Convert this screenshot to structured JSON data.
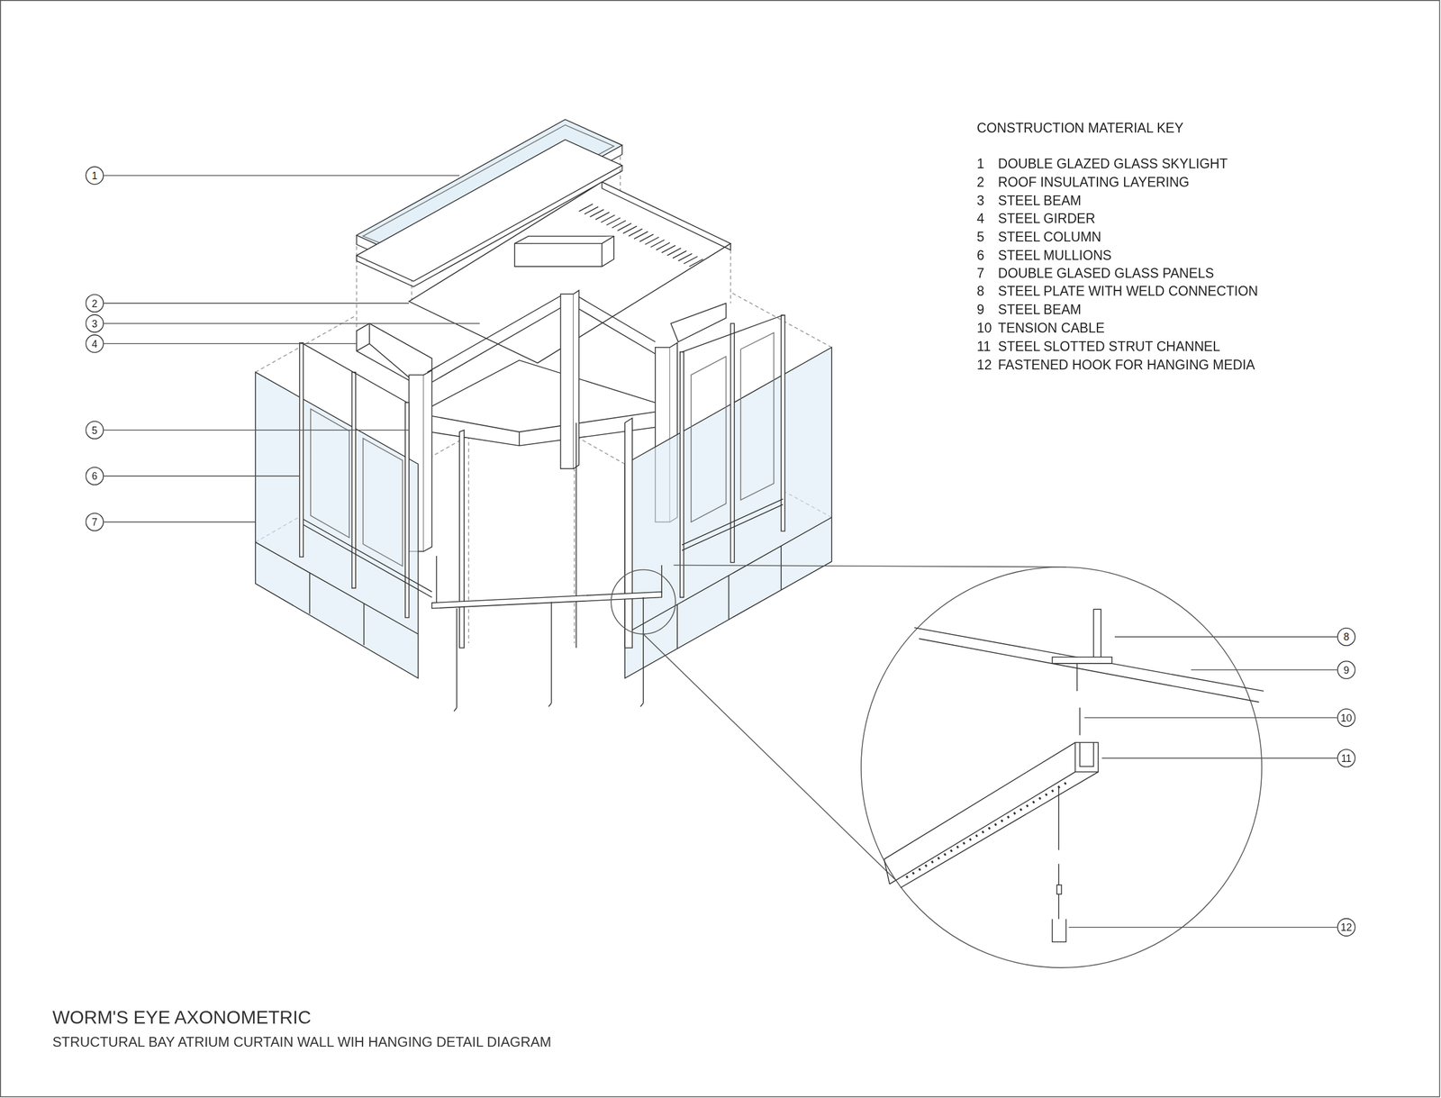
{
  "diagram": {
    "title": "WORM'S EYE AXONOMETRIC",
    "caption": "STRUCTURAL BAY ATRIUM CURTAIN WALL WIH HANGING DETAIL DIAGRAM",
    "nodes": [
      {
        "text": [
          "1"
        ]
      },
      {
        "text": [
          "2"
        ]
      },
      {
        "text": [
          "3"
        ]
      },
      {
        "text": [
          "4"
        ]
      },
      {
        "text": [
          "5"
        ]
      },
      {
        "text": [
          "6"
        ]
      },
      {
        "text": [
          "7"
        ]
      },
      {
        "text": [
          "8"
        ]
      },
      {
        "text": [
          "9"
        ]
      },
      {
        "text": [
          "10"
        ]
      },
      {
        "text": [
          "11"
        ]
      },
      {
        "text": [
          "12"
        ]
      }
    ],
    "labels": [
      "CONSTRUCTION MATERIAL KEY",
      "1",
      "DOUBLE GLAZED GLASS SKYLIGHT",
      "2",
      "ROOF INSULATING LAYERING",
      "3",
      "STEEL BEAM",
      "4",
      "STEEL GIRDER",
      "5",
      "STEEL COLUMN",
      "6",
      "STEEL MULLIONS",
      "7",
      "DOUBLE GLASED GLASS PANELS",
      "8",
      "STEEL PLATE WITH WELD CONNECTION",
      "9",
      "STEEL BEAM",
      "10",
      "TENSION CABLE",
      "11",
      "STEEL SLOTTED STRUT CHANNEL",
      "12",
      "FASTENED HOOK FOR HANGING MEDIA"
    ]
  }
}
